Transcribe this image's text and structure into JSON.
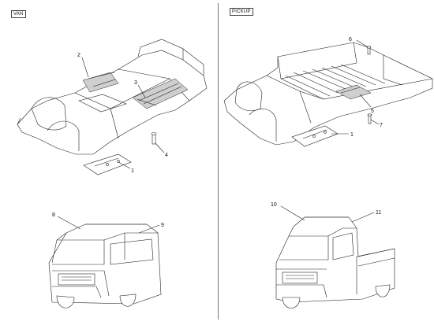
{
  "panels": {
    "van": {
      "label": "VAN"
    },
    "pickup": {
      "label": "PICKUP"
    }
  },
  "callouts": {
    "c1a": "1",
    "c2": "2",
    "c3": "3",
    "c4": "4",
    "c8": "8",
    "c9": "9",
    "c6": "6",
    "c5": "5",
    "c7": "7",
    "c1b": "1",
    "c10": "10",
    "c11": "11"
  }
}
